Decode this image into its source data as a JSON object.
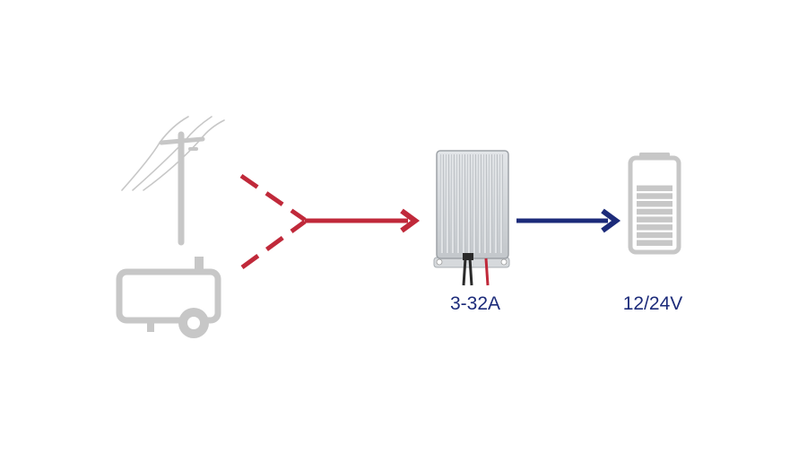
{
  "labels": {
    "charger_current": "3-32A",
    "battery_voltage": "12/24V"
  },
  "icons": {
    "grid": "power-pole-icon",
    "generator": "generator-icon",
    "charger": "battery-charger-device",
    "battery": "battery-icon"
  },
  "colors": {
    "input_arrow": "#c0293a",
    "output_arrow": "#1c2b7a",
    "label_text": "#1c2b7a",
    "icon_gray": "#c7c7c7",
    "charger_body": "#d2d5d8"
  },
  "battery_level": 0.8
}
